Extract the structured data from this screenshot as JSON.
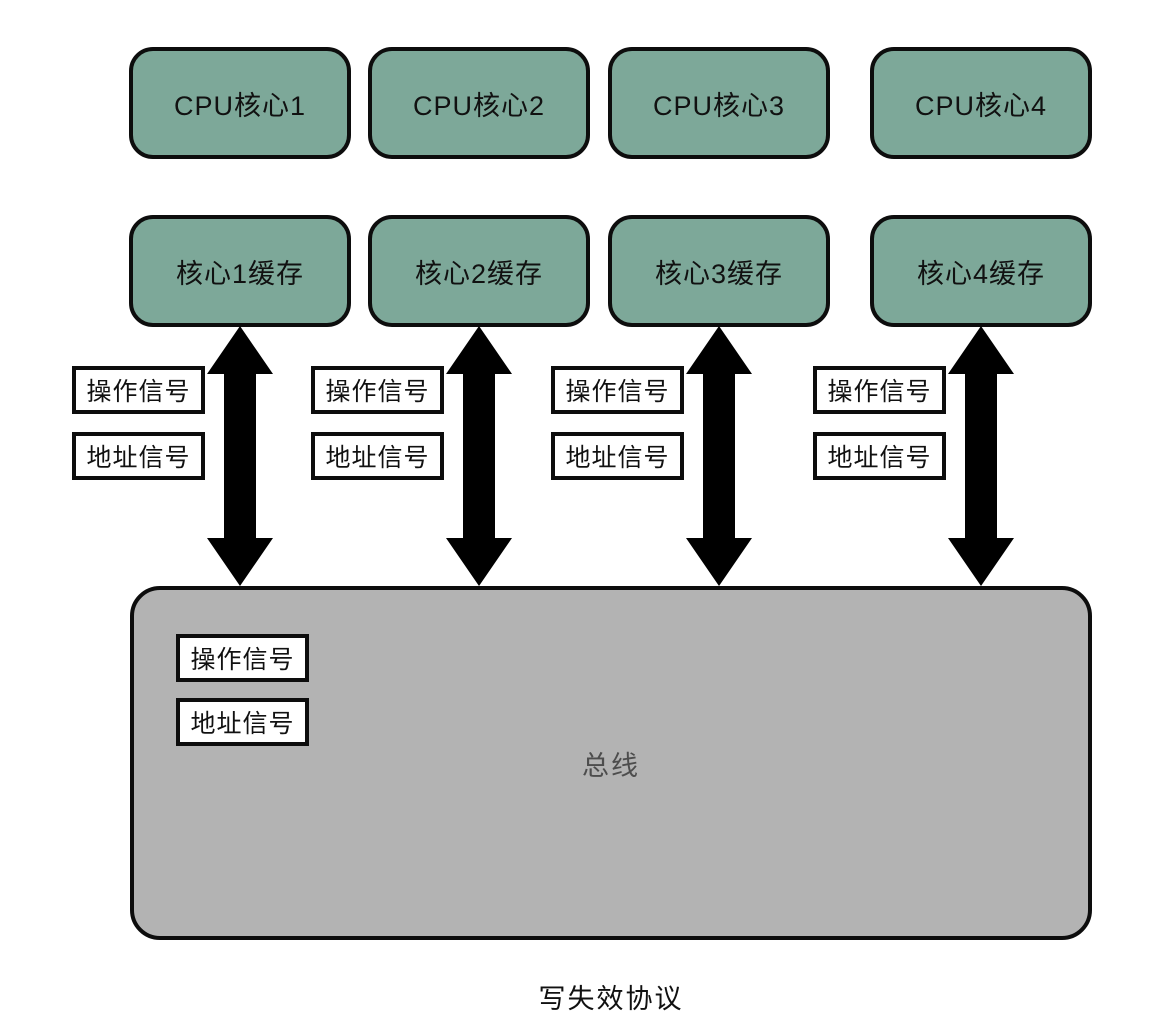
{
  "diagram": {
    "caption": "写失效协议",
    "columns": [
      {
        "cpu": "CPU核心1",
        "cache": "核心1缓存",
        "signals": [
          "操作信号",
          "地址信号"
        ]
      },
      {
        "cpu": "CPU核心2",
        "cache": "核心2缓存",
        "signals": [
          "操作信号",
          "地址信号"
        ]
      },
      {
        "cpu": "CPU核心3",
        "cache": "核心3缓存",
        "signals": [
          "操作信号",
          "地址信号"
        ]
      },
      {
        "cpu": "CPU核心4",
        "cache": "核心4缓存",
        "signals": [
          "操作信号",
          "地址信号"
        ]
      }
    ],
    "bus": {
      "label": "总线",
      "signals": [
        "操作信号",
        "地址信号"
      ]
    },
    "colors": {
      "node_fill": "#7da899",
      "bus_fill": "#b3b3b3",
      "label_fill": "#ffffff",
      "border": "#0d0d0d",
      "text": "#111111",
      "bus_text": "#4d4d4d",
      "arrow": "#000000"
    }
  }
}
